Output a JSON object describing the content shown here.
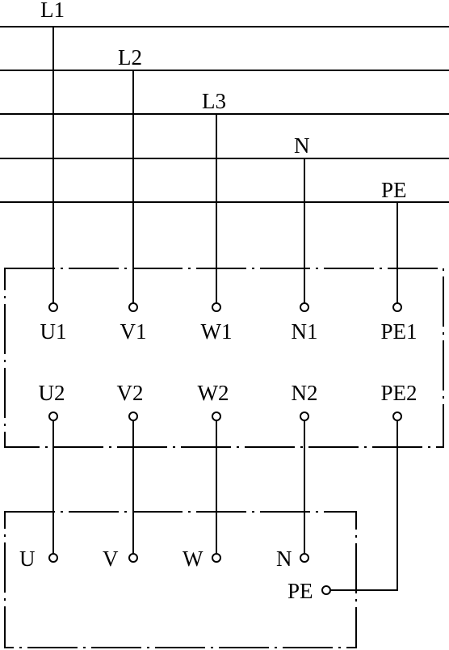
{
  "bus_labels": {
    "l1": "L1",
    "l2": "L2",
    "l3": "L3",
    "n": "N",
    "pe": "PE"
  },
  "upper_box": {
    "top_terminals": [
      "U1",
      "V1",
      "W1",
      "N1",
      "PE1"
    ],
    "bottom_terminals": [
      "U2",
      "V2",
      "W2",
      "N2",
      "PE2"
    ]
  },
  "lower_box": {
    "terminals": [
      "U",
      "V",
      "W",
      "N",
      "PE"
    ]
  }
}
